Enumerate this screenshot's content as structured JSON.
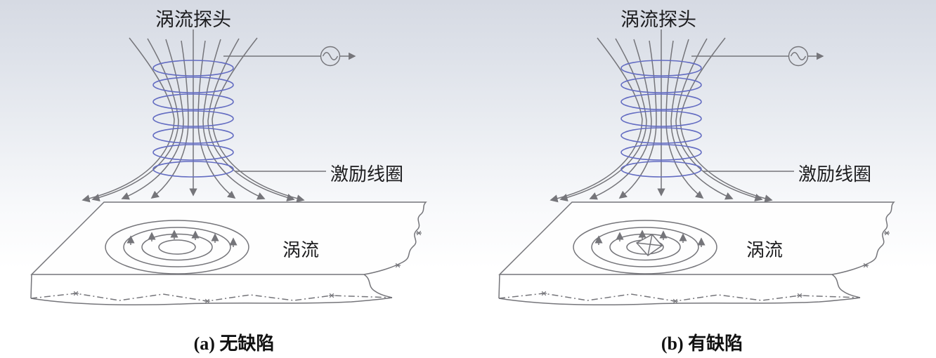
{
  "figure": {
    "description_domain": "eddy-current-testing-principle-diagram",
    "colors": {
      "field_line_gray": "#75757a",
      "coil_blue": "#636cc2",
      "background_top": "#d6dae3",
      "plate_fill": "#fefefe",
      "text": "#1c1c1e"
    },
    "icons": {
      "ac_source": "sine-wave-ac-source-icon",
      "field_arrows": "arrowhead-icon",
      "break_marks": "asterisk-break-mark-icon"
    }
  },
  "panels": [
    {
      "id": "a",
      "probe_label": "涡流探头",
      "coil_label": "激励线圈",
      "eddy_label": "涡流",
      "caption": "(a) 无缺陷",
      "defect": false
    },
    {
      "id": "b",
      "probe_label": "涡流探头",
      "coil_label": "激励线圈",
      "eddy_label": "涡流",
      "caption": "(b) 有缺陷",
      "defect": true
    }
  ]
}
